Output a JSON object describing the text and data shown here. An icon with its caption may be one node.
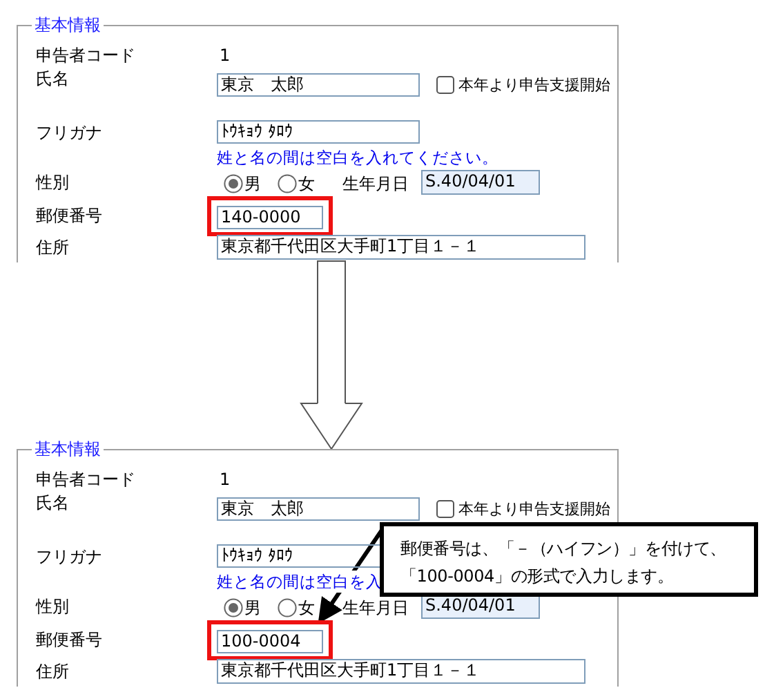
{
  "diagram": {
    "nodes": [
      {
        "text": [
          "基本情報"
        ]
      },
      {
        "text": [
          "140-0000"
        ],
        "in": 0
      },
      {
        "text": [
          "基本情報"
        ]
      },
      {
        "text": [
          "100-0004"
        ],
        "in": 2
      },
      {
        "text": [
          "郵便番号は、「－（ハイフン）」を付けて、「100-0004」の形式で入力します。"
        ]
      }
    ],
    "edges": [
      {
        "from": 0,
        "to": 2,
        "arrow": "to"
      },
      {
        "from": 4,
        "to": 3,
        "arrow": "to",
        "style": "thick"
      }
    ],
    "labels": [
      "申告者コード",
      "1",
      "氏名",
      "東京　太郎",
      "本年より申告支援開始",
      "フリガナ",
      "ﾄｳｷｮｳ ﾀﾛｳ",
      "姓と名の間は空白を入れてください。",
      "性別",
      "男",
      "女",
      "生年月日",
      "S.40/04/01",
      "郵便番号",
      "住所",
      "東京都千代田区大手町1丁目１－１",
      "申告者コード",
      "1",
      "氏名",
      "東京　太郎",
      "本年より申告支援開始",
      "フリガナ",
      "ﾄｳｷｮｳ ﾀﾛｳ",
      "姓と名の間は空白を入",
      "性別",
      "男",
      "女",
      "生年月日",
      "S.40/04/01",
      "郵便番号",
      "住所",
      "東京都千代田区大手町1丁目１－１"
    ]
  }
}
